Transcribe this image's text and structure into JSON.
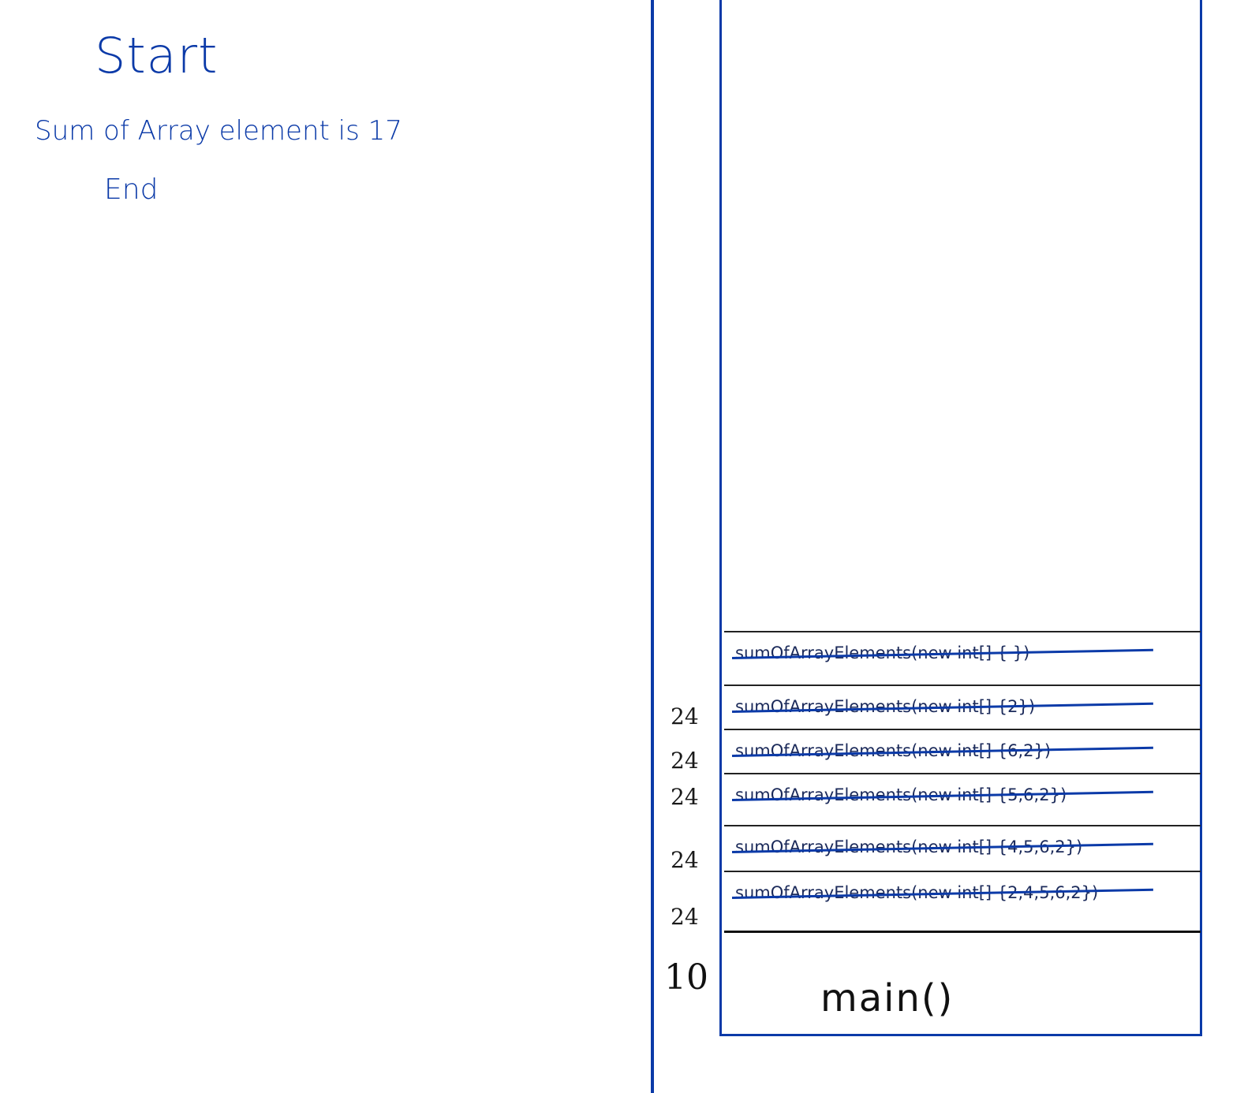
{
  "output": {
    "title": "Start",
    "line": "Sum of Array element is 17",
    "end": "End"
  },
  "call_stack": {
    "frames": [
      {
        "call": "sumOfArrayElements(new int[] { })",
        "line_number": "",
        "crossed_out": true
      },
      {
        "call": "sumOfArrayElements(new int[] {2})",
        "line_number": "24",
        "crossed_out": true
      },
      {
        "call": "sumOfArrayElements(new int[] {6,2})",
        "line_number": "24",
        "crossed_out": true
      },
      {
        "call": "sumOfArrayElements(new int[] {5,6,2})",
        "line_number": "24",
        "crossed_out": true
      },
      {
        "call": "sumOfArrayElements(new int[] {4,5,6,2})",
        "line_number": "24",
        "crossed_out": true
      },
      {
        "call": "sumOfArrayElements(new int[] {2,4,5,6,2})",
        "line_number": "24",
        "crossed_out": true
      }
    ],
    "main": {
      "label": "main()",
      "line_number": "10"
    }
  },
  "colors": {
    "ink_blue": "#0b3aa8",
    "ink_black": "#111111",
    "background": "#ffffff"
  }
}
